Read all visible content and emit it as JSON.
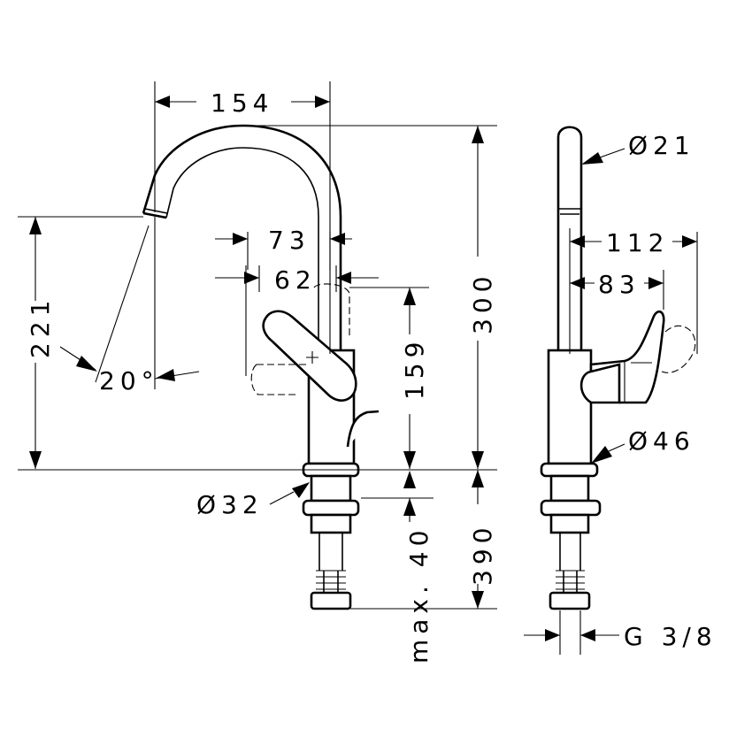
{
  "dimensions": {
    "width_154": "154",
    "width_73": "73",
    "width_62": "62",
    "height_300": "300",
    "height_221": "221",
    "height_159": "159",
    "angle_20": "20°",
    "diameter_32": "Ø32",
    "max_40": "max. 40",
    "height_390": "390",
    "diameter_21": "Ø21",
    "depth_112": "112",
    "depth_83": "83",
    "diameter_46": "Ø46",
    "thread": "G 3/8"
  }
}
